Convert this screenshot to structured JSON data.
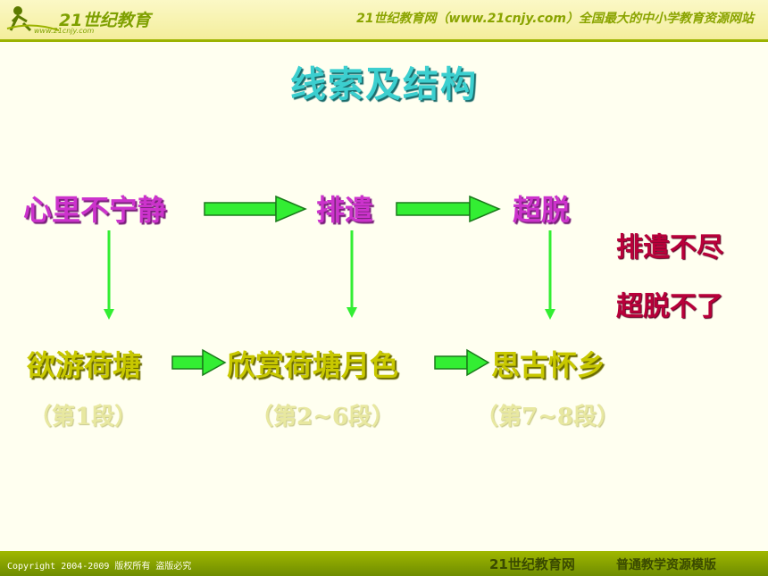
{
  "header": {
    "logo_text": "21世纪教育",
    "logo_url": "www.21cnjy.com",
    "tagline": "21世纪教育网（www.21cnjy.com）全国最大的中小学教育资源网站"
  },
  "title": "线索及结构",
  "top_row": [
    "心里不宁静",
    "排遣",
    "超脱"
  ],
  "bottom_row": [
    "欲游荷塘",
    "欣赏荷塘月色",
    "思古怀乡"
  ],
  "paragraphs": [
    "（第1段）",
    "（第2~6段）",
    "（第7~8段）"
  ],
  "side_notes": [
    "排遣不尽",
    "超脱不了"
  ],
  "colors": {
    "top": "#cc33cc",
    "bottom": "#c8c800",
    "arrow": "#33ee33",
    "side": "#b8003a"
  },
  "footer": {
    "copyright": "Copyright 2004-2009 版权所有 盗版必究",
    "brand": "21世纪教育网",
    "slogan": "普通教学资源模版"
  }
}
